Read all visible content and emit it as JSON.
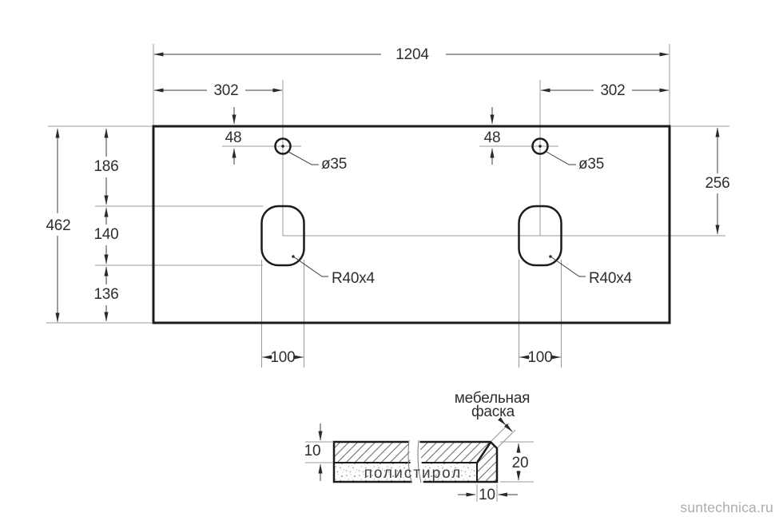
{
  "plan_view": {
    "dims": {
      "overall_width": "1204",
      "offset_left": "302",
      "offset_right": "302",
      "faucet_offset_left": "48",
      "faucet_offset_right": "48",
      "faucet_hole_left": "ø35",
      "faucet_hole_right": "ø35",
      "overall_depth": "462",
      "top_to_cutout": "186",
      "cutout_height": "140",
      "cutout_to_bottom": "136",
      "center_from_right": "256",
      "cutout_radius_left": "R40x4",
      "cutout_radius_right": "R40x4",
      "cutout_width_left": "100",
      "cutout_width_right": "100"
    }
  },
  "section_view": {
    "chamfer_label_line1": "мебельная",
    "chamfer_label_line2": "фаска",
    "top_layer_thickness": "10",
    "total_thickness": "20",
    "edge_width": "10",
    "material": "полистирол"
  },
  "watermark": "suntechnica.ru",
  "colors": {
    "outline": "#1c1c1c",
    "thin_line": "#999999",
    "dim_line": "#3d3d3d",
    "text": "#2e2e2e",
    "watermark": "#adadad",
    "background": "#ffffff"
  }
}
